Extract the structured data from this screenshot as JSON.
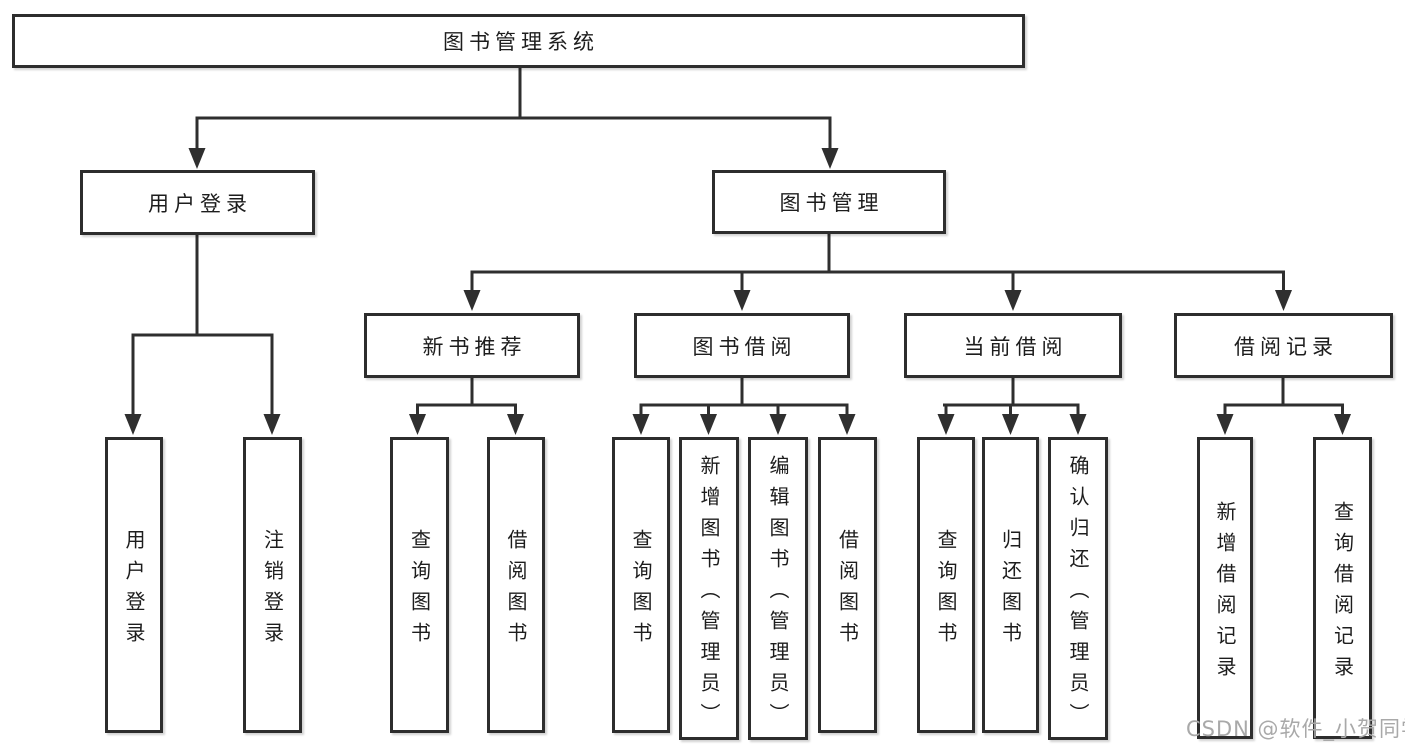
{
  "root": {
    "label": "图书管理系统"
  },
  "branches": [
    {
      "label": "用户登录"
    },
    {
      "label": "图书管理"
    }
  ],
  "sections": [
    {
      "label": "新书推荐"
    },
    {
      "label": "图书借阅"
    },
    {
      "label": "当前借阅"
    },
    {
      "label": "借阅记录"
    }
  ],
  "leaves": {
    "user": [
      "用户登录",
      "注销登录"
    ],
    "recommend": [
      "查询图书",
      "借阅图书"
    ],
    "borrow": [
      "查询图书",
      "新增图书（管理员）",
      "编辑图书（管理员）",
      "借阅图书"
    ],
    "current": [
      "查询图书",
      "归还图书",
      "确认归还（管理员）"
    ],
    "records": [
      "新增借阅记录",
      "查询借阅记录"
    ]
  },
  "watermark": "CSDN @软件_小贺同学",
  "colors": {
    "line": "#2f2f2f",
    "box_border": "#2d2d2d",
    "box_background": "#ffffff",
    "text": "#1d1d1d",
    "watermark": "#a9a9a9",
    "page_background": "#ffffff"
  }
}
